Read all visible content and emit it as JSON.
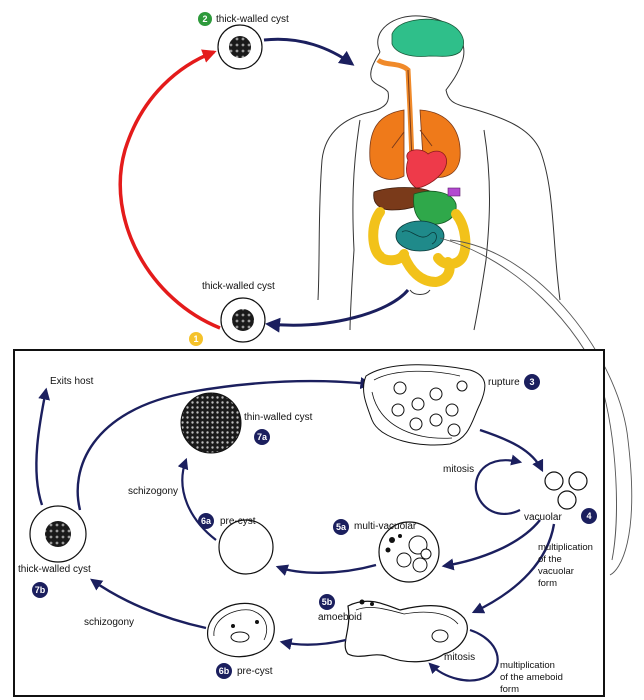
{
  "colors": {
    "arrow_navy": "#1b1f5e",
    "arrow_red": "#e41b1b",
    "badge_dark": "#1b1f5e",
    "badge_green": "#2e9a3c",
    "badge_yellow": "#f5c22a",
    "brain": "#2fbf8a",
    "lungs": "#ef7a1a",
    "heart": "#ee3a4a",
    "liver": "#7a3a1a",
    "stomach": "#2fa84a",
    "colon": "#f2c21a",
    "small_intestine": "#1f8a8a",
    "esophagus": "#f08a2a"
  },
  "top": {
    "badge2": "2",
    "cyst2_label": "thick-walled cyst",
    "badge1": "1",
    "cyst1_label": "thick-walled cyst"
  },
  "cycle": {
    "exits_host": "Exits host",
    "thin_walled_cyst": "thin-walled cyst",
    "badge_7a": "7a",
    "rupture": "rupture",
    "badge_3": "3",
    "mitosis_top": "mitosis",
    "vacuolar": "vacuolar",
    "badge_4": "4",
    "schizogony_top": "schizogony",
    "badge_6a": "6a",
    "pre_cyst_top": "pre-cyst",
    "badge_5a": "5a",
    "multi_vacuolar": "multi-vacuolar",
    "multiplication_vacuolar": [
      "multiplication",
      "of the",
      "vacuolar",
      "form"
    ],
    "thick_walled_cyst": "thick-walled cyst",
    "badge_7b": "7b",
    "badge_5b": "5b",
    "amoeboid": "amoeboid",
    "schizogony_bottom": "schizogony",
    "badge_6b": "6b",
    "pre_cyst_bottom": "pre-cyst",
    "mitosis_bottom": "mitosis",
    "multiplication_ameboid": [
      "multiplication",
      "of the ameboid",
      "form"
    ]
  }
}
